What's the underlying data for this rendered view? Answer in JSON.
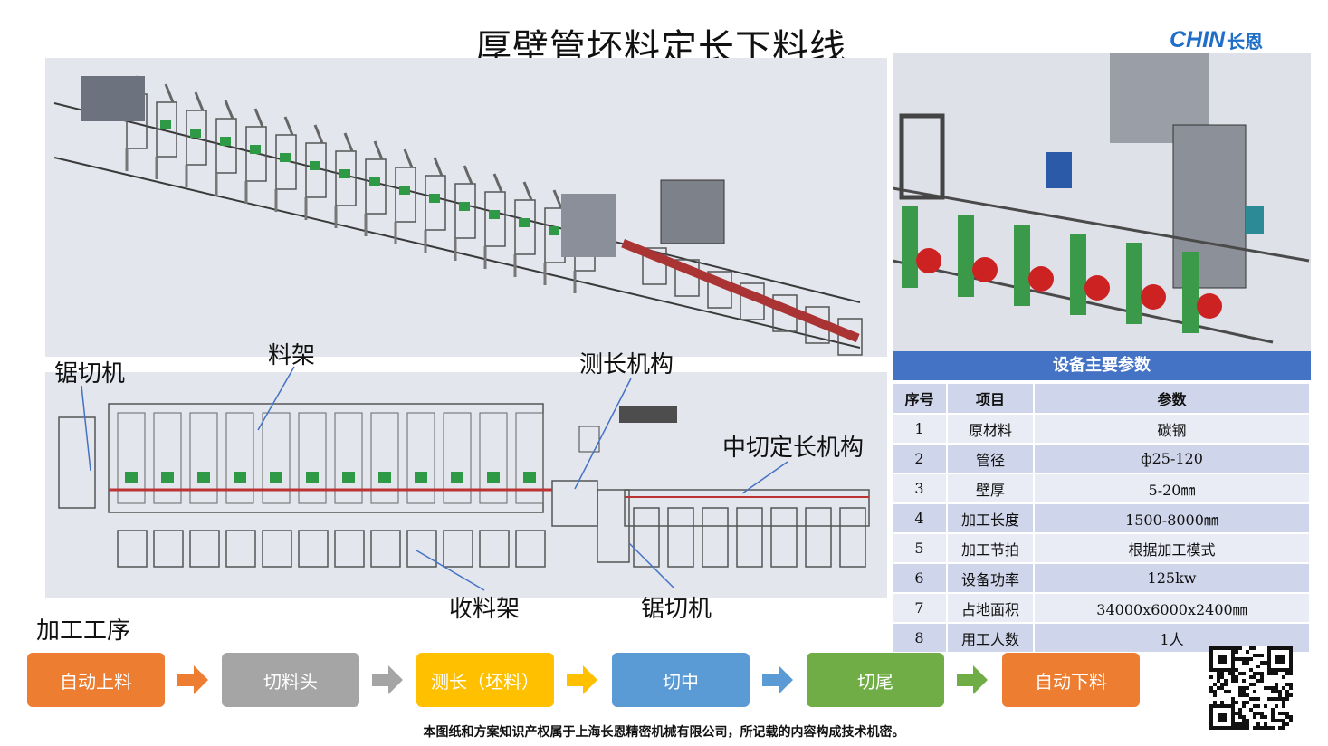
{
  "header": {
    "title": "厚壁管坯料定长下料线",
    "logo_en": "CHIN",
    "logo_cn": "长恩"
  },
  "labels": {
    "saw_top": "锯切机",
    "rack": "料架",
    "measure": "测长机构",
    "mid_cut": "中切定长机构",
    "collect": "收料架",
    "saw_bottom": "锯切机"
  },
  "params": {
    "title": "设备主要参数",
    "columns": [
      "序号",
      "项目",
      "参数"
    ],
    "rows": [
      [
        "1",
        "原材料",
        "碳钢"
      ],
      [
        "2",
        "管径",
        "ф25-120"
      ],
      [
        "3",
        "壁厚",
        "5-20㎜"
      ],
      [
        "4",
        "加工长度",
        "1500-8000㎜"
      ],
      [
        "5",
        "加工节拍",
        "根据加工模式"
      ],
      [
        "6",
        "设备功率",
        "125kw"
      ],
      [
        "7",
        "占地面积",
        "34000x6000x2400㎜"
      ],
      [
        "8",
        "用工人数",
        "1人"
      ]
    ]
  },
  "process": {
    "title": "加工工序",
    "steps": [
      {
        "label": "自动上料",
        "color": "#ed7d31"
      },
      {
        "label": "切料头",
        "color": "#a5a5a5"
      },
      {
        "label": "测长（坯料）",
        "color": "#ffc000"
      },
      {
        "label": "切中",
        "color": "#5b9bd5"
      },
      {
        "label": "切尾",
        "color": "#70ad47"
      },
      {
        "label": "自动下料",
        "color": "#ed7d31"
      }
    ],
    "arrow_colors": [
      "#ed7d31",
      "#a5a5a5",
      "#ffc000",
      "#5b9bd5",
      "#70ad47"
    ]
  },
  "footer": {
    "text": "本图纸和方案知识产权属于上海长恩精密机械有限公司，所记载的内容构成技术机密。"
  },
  "icons": {
    "qr": "qr-code-icon",
    "arrow": "arrow-right-icon"
  }
}
